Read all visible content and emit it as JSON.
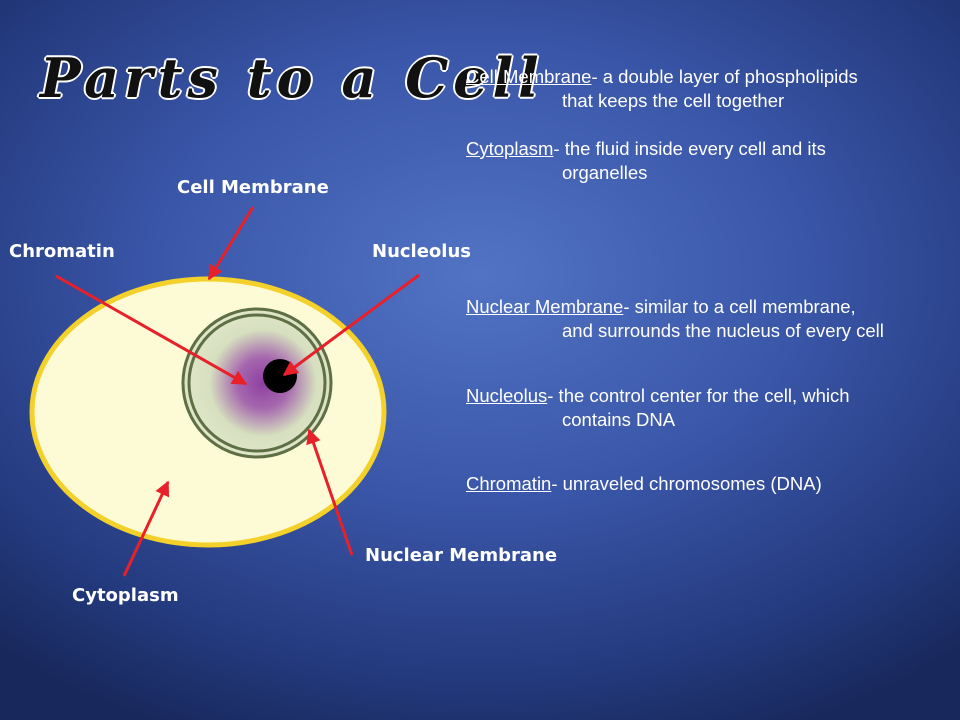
{
  "slide": {
    "title": "Parts to a Cell"
  },
  "diagram": {
    "labels": {
      "cell_membrane": "Cell Membrane",
      "chromatin": "Chromatin",
      "nucleolus": "Nucleolus",
      "nuclear_membrane": "Nuclear Membrane",
      "cytoplasm": "Cytoplasm"
    },
    "colors": {
      "cytoplasm_fill": "#fdfbd6",
      "cell_membrane_stroke": "#f3d12a",
      "nuclear_membrane_stroke": "#5e6e45",
      "chromatin": "#8e3fa2",
      "nucleoplasm": "#d6dfbf",
      "nucleolus": "#000000",
      "arrow": "#e8202a"
    }
  },
  "definitions": [
    {
      "term": "Cell Membrane",
      "first": "- a double layer  of phospholipids",
      "cont": "that keeps the cell together"
    },
    {
      "term": "Cytoplasm",
      "first": "- the fluid inside every cell and its",
      "cont": "organelles"
    },
    {
      "term": "Nuclear Membrane",
      "first": "- similar to a cell membrane,",
      "cont": "and surrounds the nucleus  of every cell"
    },
    {
      "term": "Nucleolus",
      "first": "- the control center for the cell, which",
      "cont": "contains DNA"
    },
    {
      "term": "Chromatin",
      "first": "- unraveled chromosomes (DNA)",
      "cont": ""
    }
  ]
}
